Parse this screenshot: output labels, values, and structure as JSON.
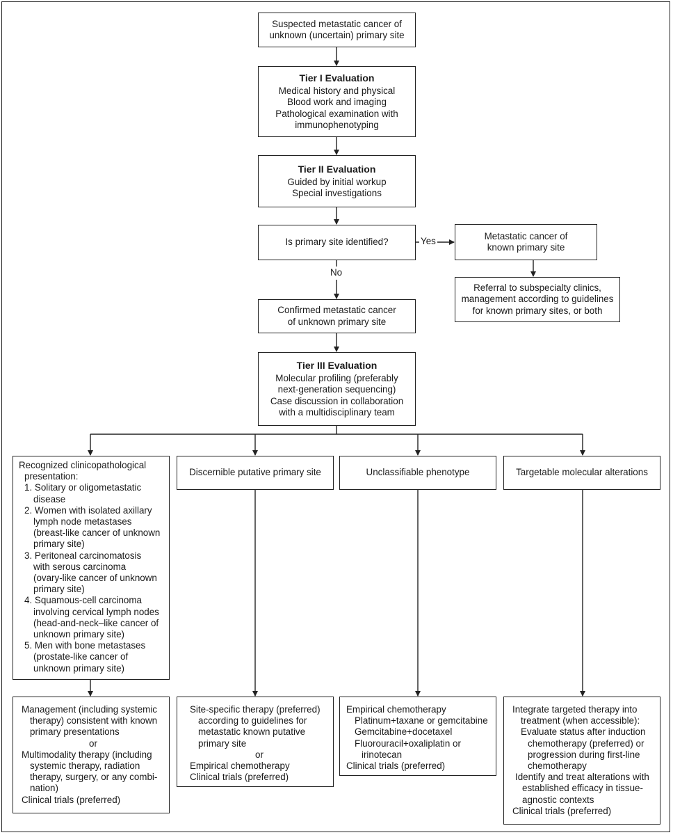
{
  "start": {
    "lines": [
      "Suspected metastatic cancer of",
      "unknown (uncertain) primary site"
    ]
  },
  "tier1": {
    "title": "Tier I Evaluation",
    "lines": [
      "Medical history and physical",
      "Blood work and imaging",
      "Pathological examination with",
      "immunophenotyping"
    ]
  },
  "tier2": {
    "title": "Tier II Evaluation",
    "lines": [
      "Guided by initial workup",
      "Special investigations"
    ]
  },
  "decision": {
    "text": "Is primary site identified?",
    "yes_label": "Yes",
    "no_label": "No"
  },
  "known": {
    "lines": [
      "Metastatic cancer of",
      "known primary site"
    ]
  },
  "referral": {
    "lines": [
      "Referral to subspecialty clinics,",
      "management according to guidelines",
      "for known primary sites, or both"
    ]
  },
  "confirmed": {
    "lines": [
      "Confirmed metastatic cancer",
      "of unknown primary site"
    ]
  },
  "tier3": {
    "title": "Tier III Evaluation",
    "lines": [
      "Molecular profiling (preferably",
      "next-generation sequencing)",
      "Case discussion in collaboration",
      "with a multidisciplinary team"
    ]
  },
  "branches": {
    "recognized": {
      "heading": [
        "Recognized clinicopathological",
        "presentation:"
      ],
      "items": [
        [
          "1. Solitary or oligometastatic",
          "disease"
        ],
        [
          "2. Women with isolated axillary",
          "lymph node metastases",
          "(breast-like cancer of unknown",
          "primary site)"
        ],
        [
          "3. Peritoneal carcinomatosis",
          "with serous carcinoma",
          "(ovary-like cancer of unknown",
          "primary site)"
        ],
        [
          "4. Squamous-cell carcinoma",
          "involving cervical lymph nodes",
          "(head-and-neck–like cancer of",
          "unknown primary site)"
        ],
        [
          "5. Men with bone metastases",
          "(prostate-like cancer of",
          "unknown primary site)"
        ]
      ]
    },
    "discernible": {
      "label": "Discernible putative primary site"
    },
    "unclassifiable": {
      "label": "Unclassifiable phenotype"
    },
    "targetable": {
      "label": "Targetable molecular alterations"
    }
  },
  "treatments": {
    "recognized": {
      "block1": [
        "Management (including systemic",
        "therapy) consistent with known",
        "primary presentations"
      ],
      "or": "or",
      "block2": [
        "Multimodality therapy (including",
        "systemic therapy, radiation",
        "therapy, surgery, or any combi-",
        "nation)"
      ],
      "block3": [
        "Clinical trials (preferred)"
      ]
    },
    "discernible": {
      "block1": [
        "Site-specific therapy (preferred)",
        "according to guidelines for",
        "metastatic known putative",
        "primary site"
      ],
      "or": "or",
      "block2": [
        "Empirical chemotherapy"
      ],
      "block3": [
        "Clinical trials (preferred)"
      ]
    },
    "unclassifiable": {
      "head": "Empirical chemotherapy",
      "regimens": [
        "Platinum+taxane or gemcitabine",
        "Gemcitabine+docetaxel",
        "Fluorouracil+oxaliplatin or",
        "irinotecan"
      ],
      "trials": "Clinical trials (preferred)"
    },
    "targetable": {
      "head": [
        "Integrate targeted therapy into",
        "treatment (when accessible):"
      ],
      "evaluate": [
        "Evaluate status after induction",
        "chemotherapy (preferred) or",
        "progression during first-line",
        "chemotherapy"
      ],
      "identify": [
        "Identify and treat alterations with",
        "established efficacy in tissue-",
        "agnostic contexts"
      ],
      "trials": "Clinical trials (preferred)"
    }
  }
}
